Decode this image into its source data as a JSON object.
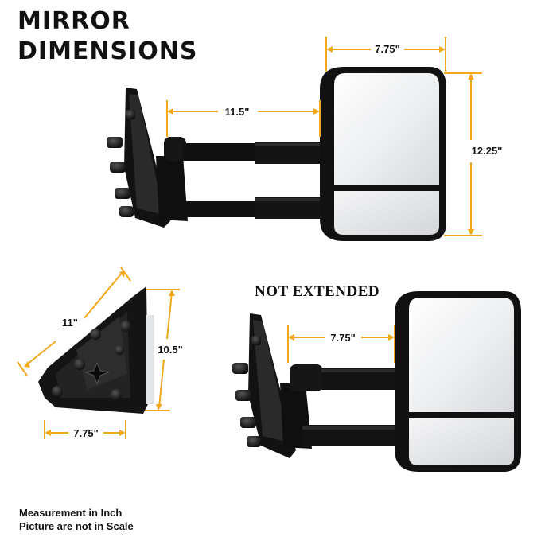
{
  "title": {
    "line1": "MIRROR",
    "line2": "DIMENSIONS"
  },
  "extended_label": "",
  "not_extended_label": "NOT EXTENDED",
  "dimensions": {
    "top_width": "7.75\"",
    "top_height": "12.25\"",
    "top_arm": "11.5\"",
    "side_diag": "11\"",
    "side_height": "10.5\"",
    "side_width": "7.75\"",
    "bottom_arm": "7.75\""
  },
  "note": {
    "line1": "Measurement in Inch",
    "line2": "Picture are not in Scale"
  },
  "colors": {
    "dimension": "#F2A81D",
    "mirror_body": "#111111",
    "glass": "#e9eaec"
  }
}
